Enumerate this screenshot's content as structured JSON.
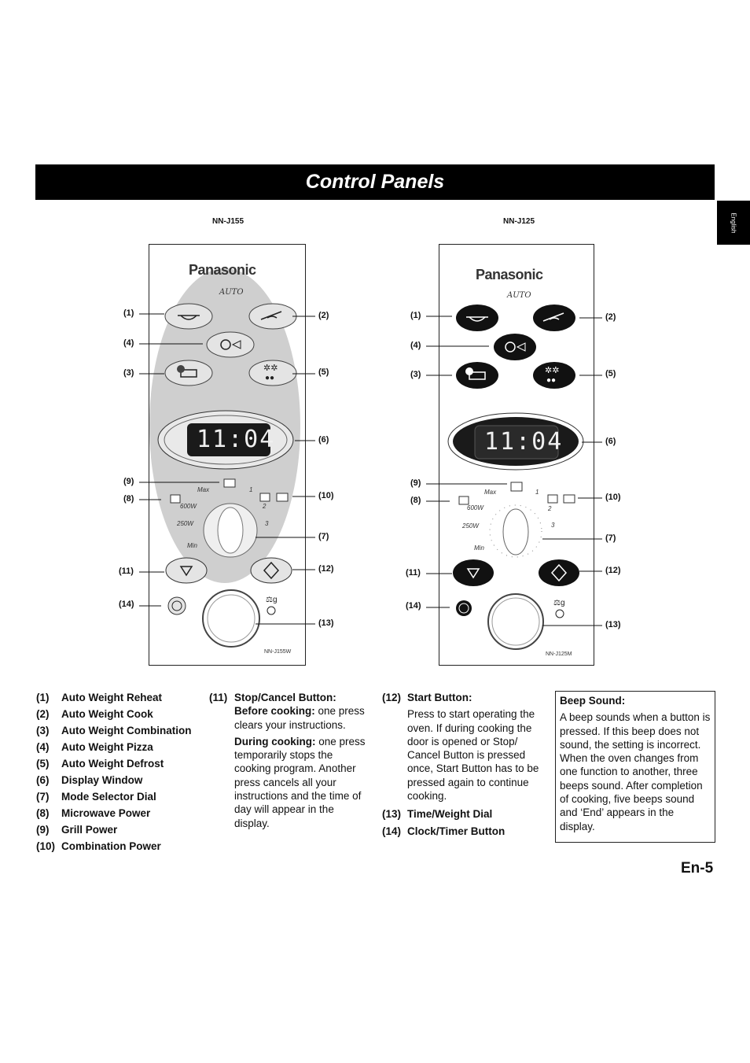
{
  "header": {
    "title": "Control Panels",
    "language_tab": "English"
  },
  "panels": [
    {
      "model": "NN-J155",
      "brand": "Panasonic",
      "auto_label": "AUTO",
      "clock": "11:04",
      "dial_labels": {
        "max": "Max",
        "p1": "1",
        "p2": "2",
        "p3": "3",
        "w600": "600W",
        "w250": "250W",
        "min": "Min"
      },
      "model_code": "NN-J155W",
      "style": "light"
    },
    {
      "model": "NN-J125",
      "brand": "Panasonic",
      "auto_label": "AUTO",
      "clock": "11:04",
      "dial_labels": {
        "max": "Max",
        "p1": "1",
        "p2": "2",
        "p3": "3",
        "w600": "600W",
        "w250": "250W",
        "min": "Min"
      },
      "model_code": "NN-J125M",
      "style": "dark"
    }
  ],
  "callouts": [
    "(1)",
    "(2)",
    "(3)",
    "(4)",
    "(5)",
    "(6)",
    "(7)",
    "(8)",
    "(9)",
    "(10)",
    "(11)",
    "(12)",
    "(13)",
    "(14)"
  ],
  "legend": [
    {
      "num": "(1)",
      "label": "Auto Weight Reheat"
    },
    {
      "num": "(2)",
      "label": "Auto Weight Cook"
    },
    {
      "num": "(3)",
      "label": "Auto Weight Combination"
    },
    {
      "num": "(4)",
      "label": "Auto Weight Pizza"
    },
    {
      "num": "(5)",
      "label": "Auto Weight Defrost"
    },
    {
      "num": "(6)",
      "label": "Display Window"
    },
    {
      "num": "(7)",
      "label": "Mode Selector Dial"
    },
    {
      "num": "(8)",
      "label": "Microwave Power"
    },
    {
      "num": "(9)",
      "label": "Grill Power"
    },
    {
      "num": "(10)",
      "label": "Combination Power"
    }
  ],
  "stop_cancel": {
    "num": "(11)",
    "heading": "Stop/Cancel Button:",
    "before_label": "Before cooking:",
    "before_text": " one press clears your instructions.",
    "during_label": "During cooking:",
    "during_text": " one press temporarily stops the cooking program. Another press cancels all your instructions and the time of day will appear in the display."
  },
  "start": {
    "num": "(12)",
    "heading": "Start Button:",
    "text": "Press to start operating the oven. If during cooking the door is opened or Stop/ Cancel Button is pressed once, Start Button has to be pressed again to continue cooking.",
    "extra": [
      {
        "num": "(13)",
        "label": "Time/Weight Dial"
      },
      {
        "num": "(14)",
        "label": "Clock/Timer Button"
      }
    ]
  },
  "beep": {
    "heading": "Beep Sound:",
    "text": "A beep sounds when a button is pressed. If this beep does not sound, the setting is incorrect. When the oven changes from one function to another, three beeps sound. After completion of cooking, five beeps sound and ‘End’ appears in the display."
  },
  "page_number": "En-5"
}
